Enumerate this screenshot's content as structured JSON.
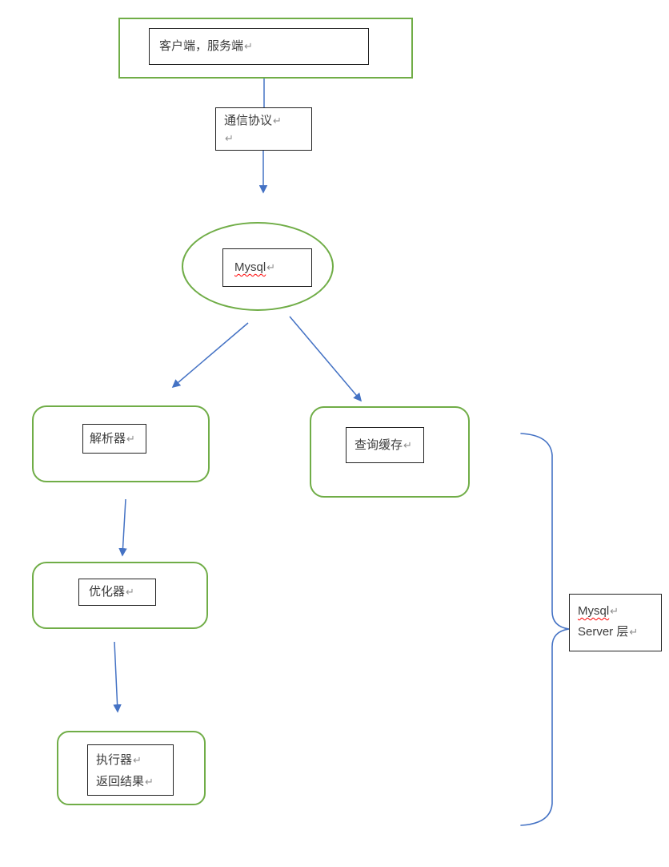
{
  "palette": {
    "shape_green": "#70AD47",
    "connector_blue": "#4472C4",
    "textbox_border": "#222222",
    "text_color": "#3d3d3d",
    "paragraph_mark_color": "#8f8f8f",
    "spellcheck_red": "#ff0000"
  },
  "marks": {
    "paragraph": "↵"
  },
  "nodes": {
    "client_server": {
      "label": "客户端，服务端"
    },
    "protocol": {
      "label": "通信协议"
    },
    "mysql": {
      "label": "Mysql"
    },
    "parser": {
      "label": "解析器"
    },
    "query_cache": {
      "label": "查询缓存"
    },
    "optimizer": {
      "label": "优化器"
    },
    "executor": {
      "line1": "执行器",
      "line2": "返回结果"
    },
    "server_layer": {
      "line1": "Mysql",
      "line2": "Server 层"
    }
  }
}
